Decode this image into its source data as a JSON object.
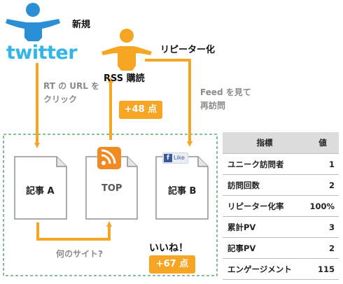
{
  "actors": {
    "new_label": "新規",
    "repeater_label": "リピーター化",
    "twitter_logo_text": "twitter",
    "rss_purchase_label": "RSS 購読"
  },
  "flows": {
    "twitter_to_article_a": [
      "RT の URL を",
      "クリック"
    ],
    "feed_revisit": [
      "Feed を見て",
      "再訪問"
    ],
    "article_a_to_top": "何のサイト?",
    "like_label": "いいね！"
  },
  "badges": {
    "rss_points": "+48 点",
    "like_points": "+67 点"
  },
  "pages": {
    "article_a": "記事 A",
    "top": "TOP",
    "article_b": "記事 B",
    "fb_like_text": "Like"
  },
  "metrics": {
    "header": {
      "key": "指標",
      "value": "値"
    },
    "rows": [
      {
        "key": "ユニーク訪問者",
        "value": "1"
      },
      {
        "key": "訪問回数",
        "value": "2"
      },
      {
        "key": "リピーター化率",
        "value": "100%"
      },
      {
        "key": "累計PV",
        "value": "3"
      },
      {
        "key": "記事PV",
        "value": "2"
      },
      {
        "key": "エンゲージメント",
        "value": "115"
      }
    ]
  },
  "colors": {
    "accent_orange": "#f6a623",
    "person_blue": "#2b8fd6",
    "person_orange": "#f6a623",
    "twitter_blue": "#33b5e8",
    "dashed_green": "#3f9a5a",
    "gray_text": "#8a8a8a"
  },
  "icons": {
    "person_new": "person-icon",
    "person_repeater": "person-icon",
    "rss": "rss-icon",
    "facebook_like": "facebook-like-icon",
    "document": "document-icon"
  }
}
